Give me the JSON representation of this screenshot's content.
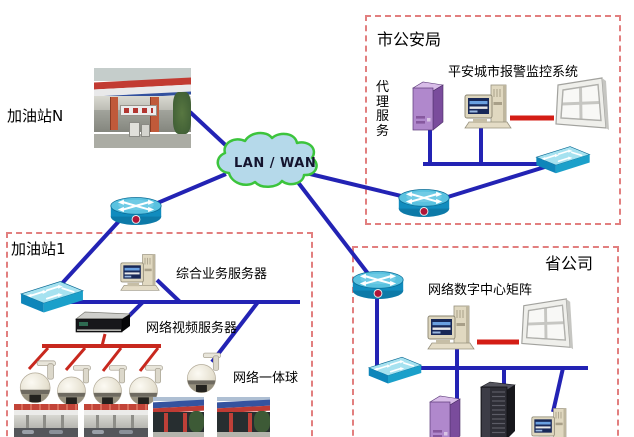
{
  "cloud": {
    "label": "LAN / WAN"
  },
  "zones": {
    "stationN": {
      "title": "加油站N"
    },
    "police": {
      "title": "市公安局",
      "system_label": "平安城市报警监控系统",
      "proxy_label": "代理服务"
    },
    "station1": {
      "title": "加油站1",
      "server_label": "综合业务服务器",
      "video_server_label": "网络视频服务器",
      "dome_label": "网络一体球"
    },
    "province": {
      "title": "省公司",
      "matrix_label": "网络数字中心矩阵"
    }
  },
  "colors": {
    "link_blue": "#2323b4",
    "link_red": "#d41d15",
    "cloud_fill": "#b5d9ea",
    "cloud_border": "#3cc43c",
    "zone_border": "#e27f7f",
    "device_cyan": "#118cbe",
    "device_purple": "#b088cc"
  }
}
